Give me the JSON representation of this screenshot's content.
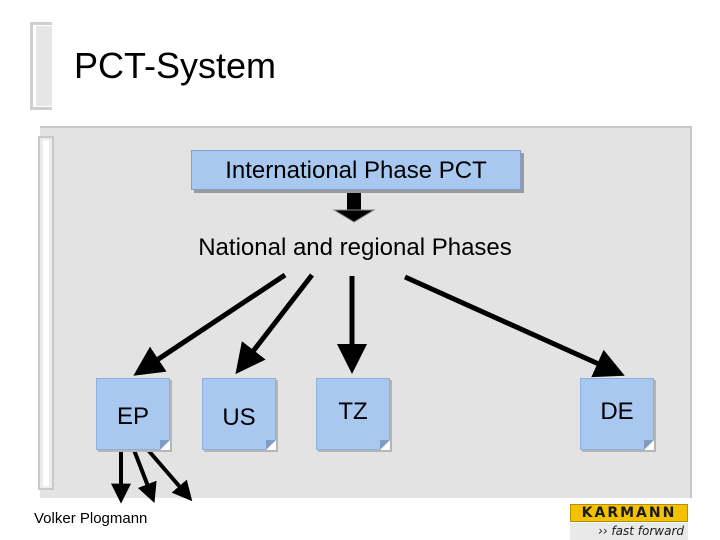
{
  "slide": {
    "title": "PCT-System",
    "footer_author": "Volker Plogmann"
  },
  "diagram": {
    "top_box": "International Phase PCT",
    "middle_label": "National and regional Phases",
    "countries": [
      "EP",
      "US",
      "TZ",
      "DE"
    ]
  },
  "logo": {
    "brand": "KARMANN",
    "tagline": "fast forward"
  },
  "colors": {
    "box_fill": "#a9c8f0",
    "panel": "#e3e3e3",
    "logo_yellow": "#f2c200"
  }
}
